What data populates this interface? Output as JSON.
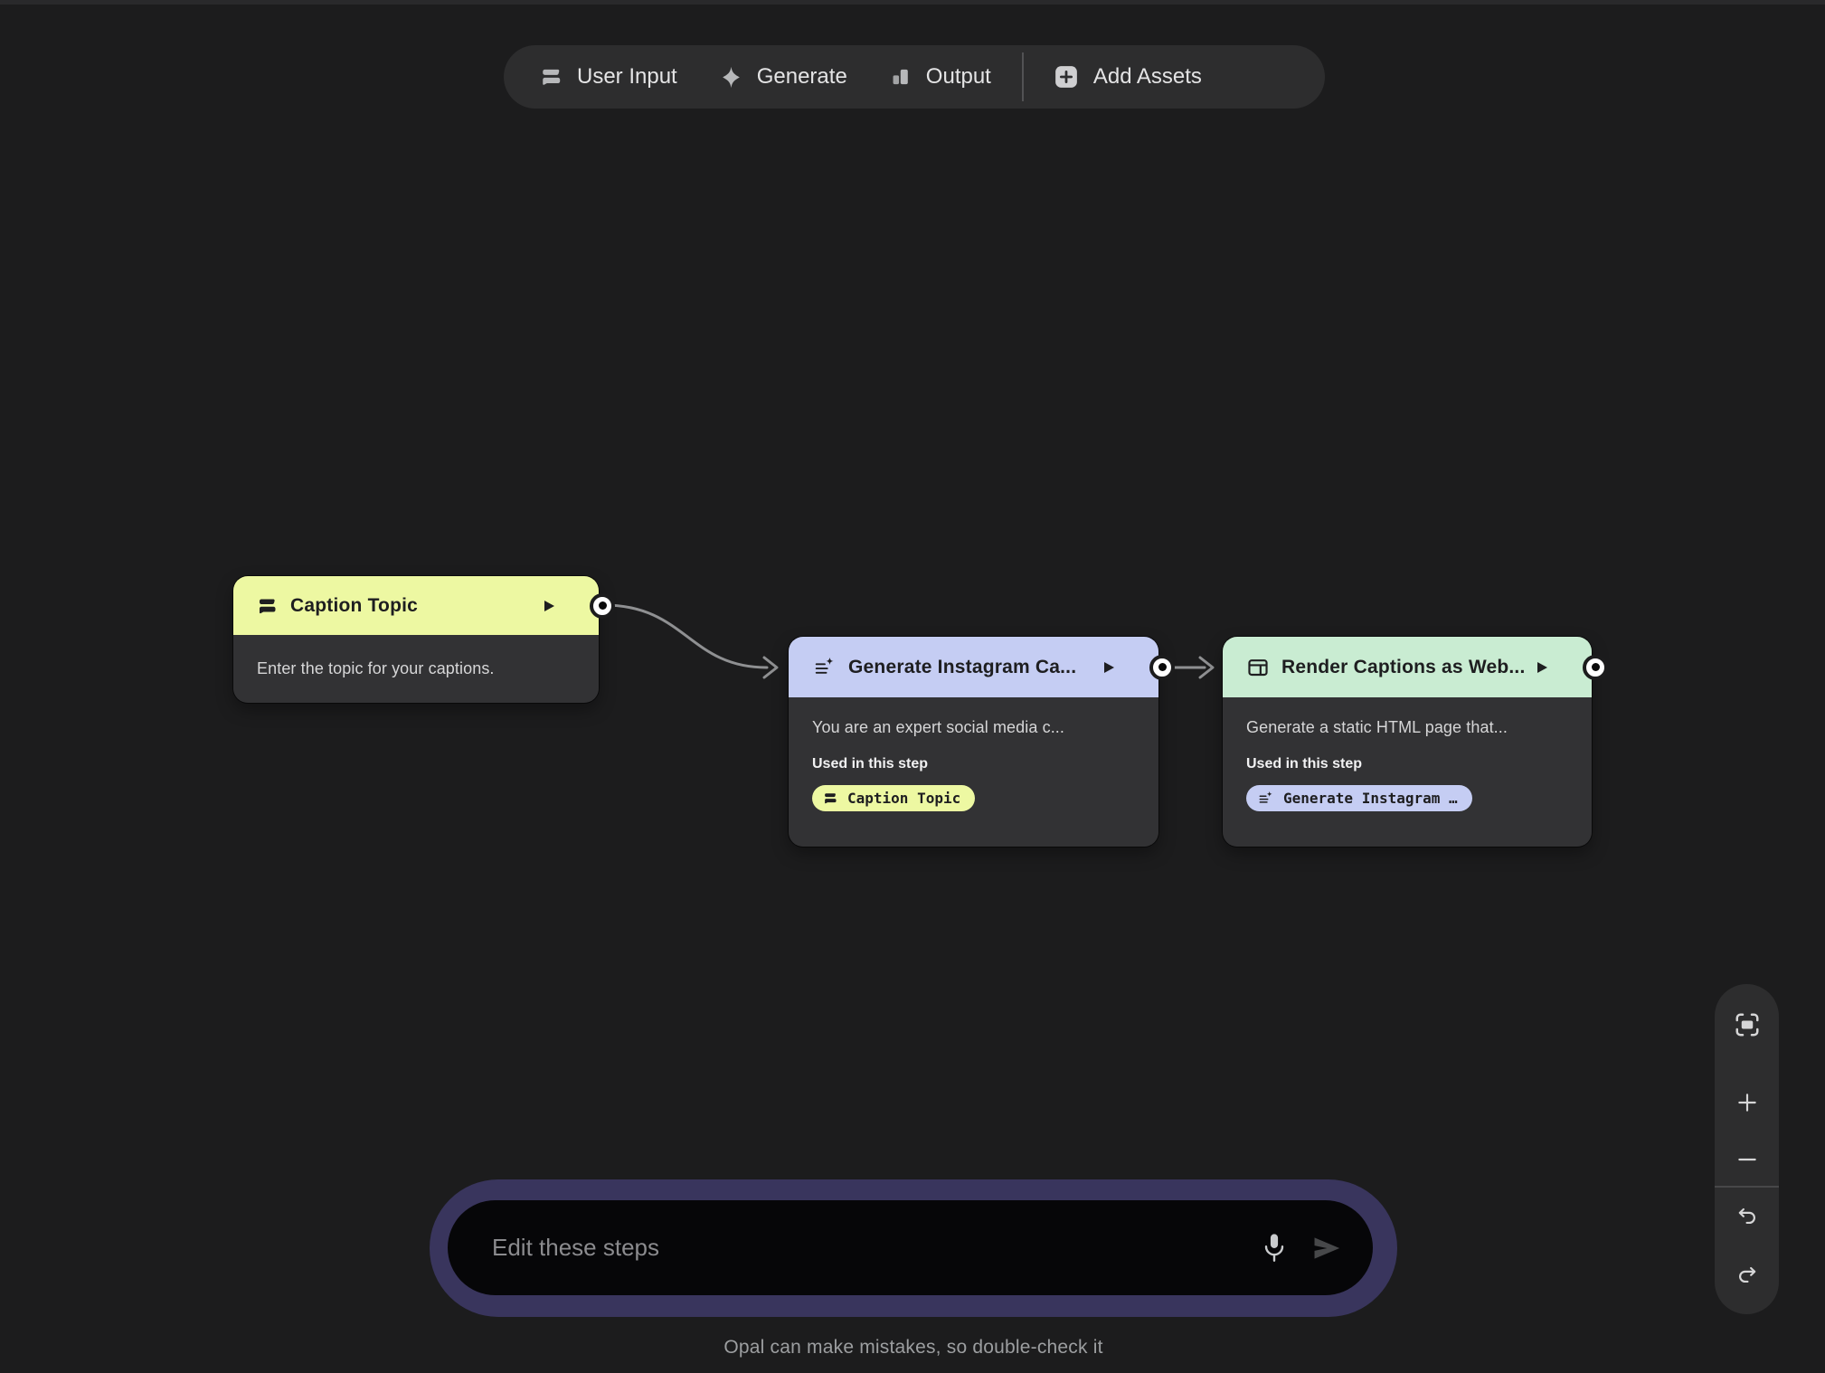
{
  "toolbar": {
    "items": [
      {
        "label": "User Input",
        "icon": "user-input-icon"
      },
      {
        "label": "Generate",
        "icon": "sparkle-icon"
      },
      {
        "label": "Output",
        "icon": "bar-chart-icon"
      },
      {
        "label": "Add Assets",
        "icon": "add-icon"
      }
    ]
  },
  "nodes": [
    {
      "title": "Caption Topic",
      "icon": "user-input-icon",
      "accent": "#edf8a2",
      "description": "Enter the topic for your captions."
    },
    {
      "title": "Generate Instagram Ca...",
      "icon": "text-sparkle-icon",
      "accent": "#c5cdf3",
      "description": "You are an expert social media c...",
      "used_label": "Used in this step",
      "chip": {
        "label": "Caption Topic",
        "icon": "user-input-icon",
        "accent": "#edf8a2"
      }
    },
    {
      "title": "Render Captions as Web...",
      "icon": "webpage-icon",
      "accent": "#c9ecd2",
      "description": "Generate a static HTML page that...",
      "used_label": "Used in this step",
      "chip": {
        "label": "Generate Instagram …",
        "icon": "text-sparkle-icon",
        "accent": "#c5cdf3"
      }
    }
  ],
  "composer": {
    "placeholder": "Edit these steps",
    "disclaimer": "Opal can make mistakes, so double-check it"
  },
  "colors": {
    "canvas": "#1c1c1d",
    "panel": "#2d2d2e",
    "node_body": "#323234",
    "edge": "#8f9092",
    "composer_ring": "#39355d",
    "composer_field": "#060608"
  }
}
